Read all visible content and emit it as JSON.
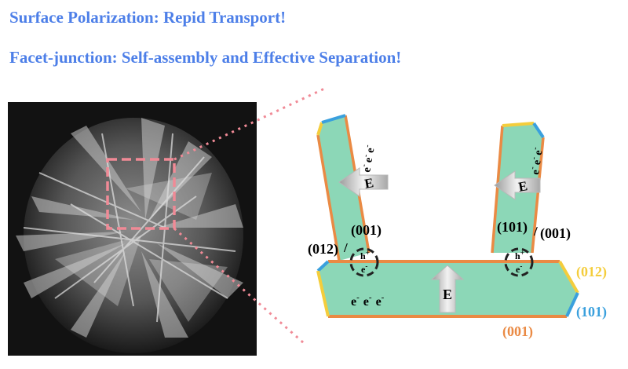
{
  "headlines": {
    "line1": "Surface Polarization: Repid Transport!",
    "line2": "Facet-junction: Self-assembly and Effective Separation!"
  },
  "diagram": {
    "field_symbol": "E",
    "electron": "e",
    "hole": "h",
    "charge_minus": "-",
    "charge_plus": "+",
    "left_junction": {
      "first": "(012)",
      "second": "(001)"
    },
    "right_junction": {
      "first": "(101)",
      "second": "(001)"
    },
    "facet_right_top": "(012)",
    "facet_right_bottom": "(101)",
    "facet_bottom": "(001)"
  },
  "colors": {
    "headline": "#4d7fe8",
    "crystal_fill": "#8cd7b7",
    "facet_001": "#ea8a44",
    "facet_012": "#f4cd3c",
    "facet_101": "#3aa0dd",
    "zoom_lines": "#f08a96"
  }
}
